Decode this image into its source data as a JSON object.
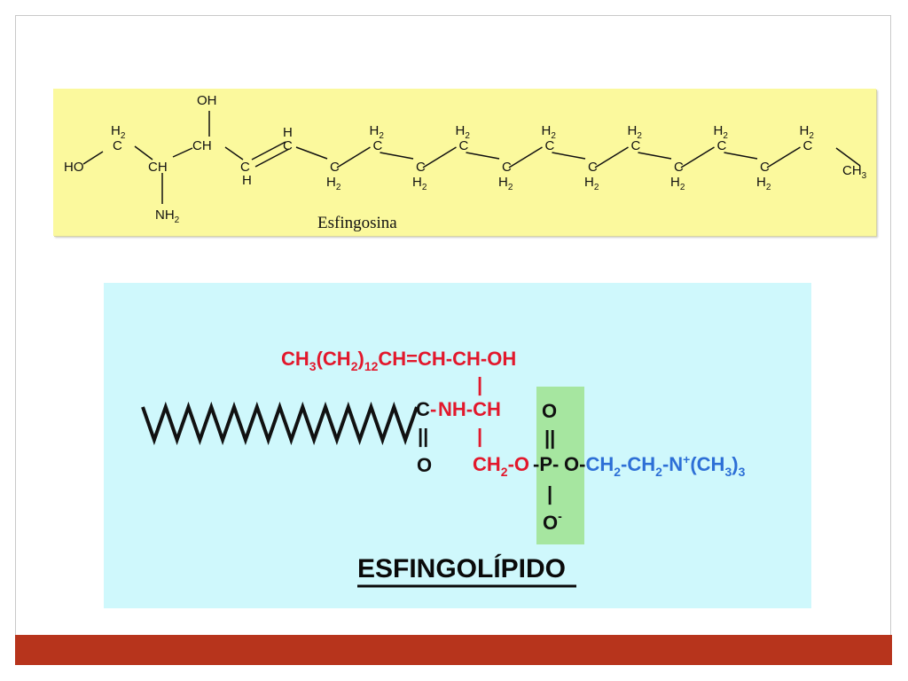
{
  "colors": {
    "top_panel": "#fbf99d",
    "bottom_panel": "#cff8fc",
    "phosphate_box": "#a6e6a0",
    "bottom_bar": "#b7341c",
    "sphingosine_red": "#e2182c",
    "choline_blue": "#2d6fd6",
    "bond_dark": "#111111"
  },
  "sphingosine": {
    "caption": "Esfingosina",
    "labels": {
      "oh_top": "OH",
      "ho_left": "HO",
      "c1": "C",
      "c1_h": "H",
      "c1_h_sub": "2",
      "c2": "CH",
      "c3": "CH",
      "nh": "NH",
      "nh_sub": "2",
      "c4": "C",
      "c4_h": "H",
      "c5": "C",
      "c5_h": "H",
      "terminal": "CH",
      "terminal_sub": "3"
    },
    "chain_units": [
      {
        "c": "C",
        "h": "H",
        "sub": "2"
      },
      {
        "c": "C",
        "h": "H",
        "sub": "2"
      },
      {
        "c": "C",
        "h": "H",
        "sub": "2"
      },
      {
        "c": "C",
        "h": "H",
        "sub": "2"
      },
      {
        "c": "C",
        "h": "H",
        "sub": "2"
      },
      {
        "c": "C",
        "h": "H",
        "sub": "2"
      },
      {
        "c": "C",
        "h": "H",
        "sub": "2"
      },
      {
        "c": "C",
        "h": "H",
        "sub": "2"
      },
      {
        "c": "C",
        "h": "H",
        "sub": "2"
      },
      {
        "c": "C",
        "h": "H",
        "sub": "2"
      },
      {
        "c": "C",
        "h": "H",
        "sub": "2"
      },
      {
        "c": "C",
        "h": "H",
        "sub": "2"
      }
    ]
  },
  "sphingolipid": {
    "title": "ESFINGOLÍPIDO",
    "red_line1": {
      "a": "CH",
      "a_sub": "3",
      "b": "(CH",
      "b_sub": "2",
      "c": ")",
      "c_sub": "12",
      "d": "CH=CH-CH-OH"
    },
    "bar1": "|",
    "bar2": "|",
    "bar3": "|",
    "bar4": "|",
    "carbonyl_c": "C",
    "carbonyl_dash": "-",
    "nh_ch": "NH-CH",
    "double_bond": "||",
    "carbonyl_o": "O",
    "ch2_o": "CH",
    "ch2_o_sub": "2",
    "ch2_o_rest": "-O",
    "phosphate": {
      "top_o": "O",
      "dbl": "||",
      "p": "-P-",
      "o_minus": "O",
      "minus": "-"
    },
    "choline": {
      "o": "O-",
      "a": "CH",
      "a_sub": "2",
      "b": "-CH",
      "b_sub": "2",
      "c": "-N",
      "c_sup": "+",
      "d": "(CH",
      "d_sub": "3",
      "e": ")",
      "e_sub": "3"
    },
    "fatty_acid_peaks": 12
  }
}
